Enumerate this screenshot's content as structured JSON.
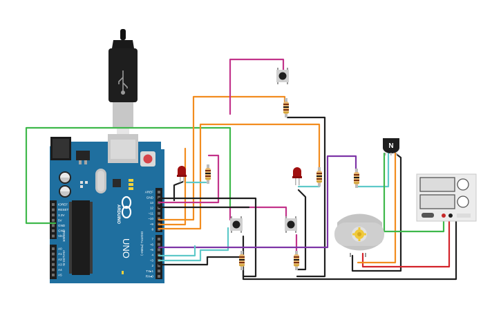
{
  "board": {
    "name": "UNO",
    "brand": "ARDUINO",
    "power_header_label": "POWER",
    "analog_header_label": "ANALOG IN",
    "digital_header_label": "DIGITAL (PWM~)",
    "power_pins": [
      "IOREF",
      "RESET",
      "3.3V",
      "5V",
      "GND",
      "GND",
      "Vin"
    ],
    "analog_pins": [
      "A0",
      "A1",
      "A2",
      "A3",
      "A4",
      "A5"
    ],
    "digital_top_pins": [
      "AREF",
      "GND",
      "13",
      "12",
      "~11",
      "~10",
      "~9",
      "8"
    ],
    "digital_bottom_pins": [
      "7",
      "~6",
      "~5",
      "4",
      "~3",
      "2",
      "TX▸1",
      "RX◂0"
    ]
  },
  "components": {
    "transistor_label": "N",
    "power_supply_name": "power-supply",
    "motor_name": "dc-motor"
  },
  "colors": {
    "board": "#1f6f9f",
    "wire_green": "#3db84a",
    "wire_orange": "#f28c1e",
    "wire_magenta": "#c2338a",
    "wire_black": "#1e1e1e",
    "wire_cyan": "#5ec9c9",
    "wire_purple": "#7d34a6",
    "wire_red": "#d3232a",
    "led": "#a01010"
  }
}
